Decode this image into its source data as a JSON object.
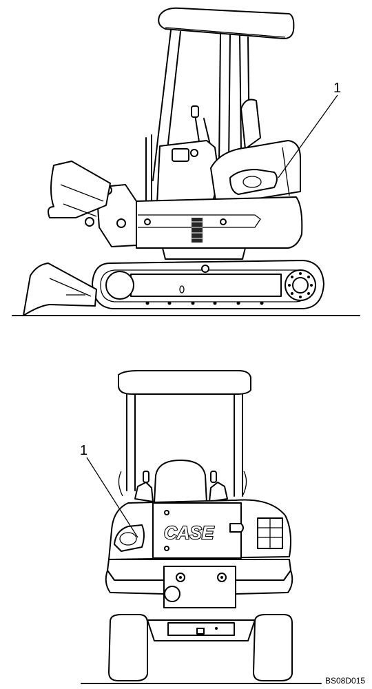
{
  "side_view": {
    "callout": "1"
  },
  "rear_view": {
    "callout": "1",
    "brand": "CASE"
  },
  "figure_code": "BS08D015"
}
